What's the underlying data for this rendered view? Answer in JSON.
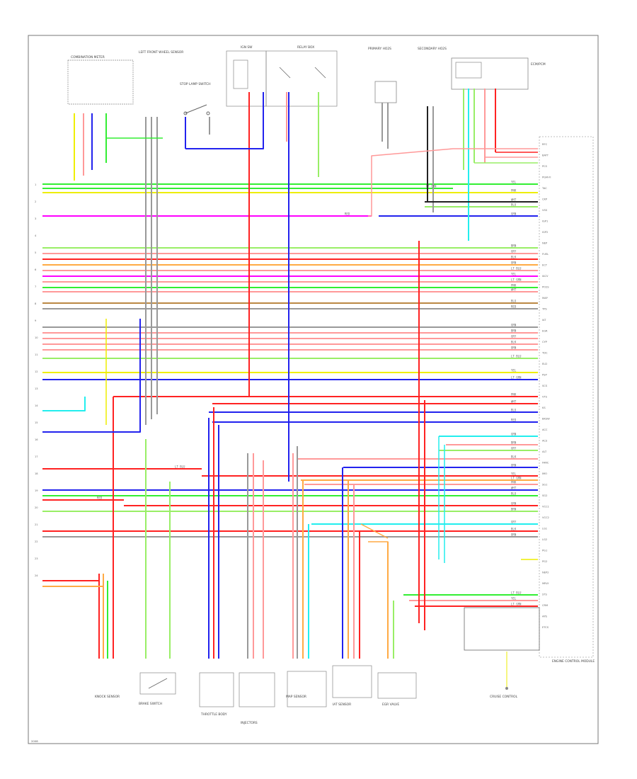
{
  "colors": {
    "green": "#33ee33",
    "yellow": "#eeee00",
    "magenta": "#ff00ff",
    "blue": "#2222ee",
    "red": "#ff2222",
    "pink": "#ff9999",
    "orange": "#ffaa44",
    "cyan": "#22eeee",
    "gray": "#999999",
    "black": "#222222",
    "lightgreen": "#99ee66",
    "brown": "#bb8844",
    "frame": "#777777"
  },
  "diagram": {
    "caption": "2008",
    "ecm_title": "ENGINE CONTROL MODULE",
    "ecm_pins_right": [
      "RFC",
      "BATT",
      "PCS",
      "PGM-FI",
      "TAC",
      "CKP",
      "VSS",
      "IGP1",
      "IGP2",
      "NEP",
      "FUEL",
      "ECT",
      "IACV",
      "PO2S",
      "MAP",
      "TPS",
      "IAT",
      "EGR",
      "CYP",
      "TDC",
      "ELD",
      "PSP",
      "SCS",
      "VTS",
      "KS",
      "BKSW",
      "ACC",
      "ACS",
      "ALT",
      "FANC",
      "IMO",
      "SG1",
      "SG2",
      "VCC1",
      "VCC2",
      "LG1",
      "LG2",
      "PG1",
      "PG2",
      "NEP2",
      "MRLY",
      "STS",
      "CRM",
      "APS",
      "ETCS"
    ],
    "ecm_pins_left": [
      "1",
      "2",
      "3",
      "4",
      "5",
      "6",
      "7",
      "8",
      "9",
      "10",
      "11",
      "12",
      "13",
      "14",
      "15",
      "16",
      "17",
      "18",
      "19",
      "20",
      "21",
      "22",
      "23",
      "24"
    ],
    "wire_codes": [
      "YEL",
      "LT GRN",
      "PNK",
      "WHT",
      "BLU",
      "RED",
      "GRN",
      "BRN",
      "GRY",
      "BLK",
      "ORN",
      "LT BLU"
    ],
    "top_components": [
      {
        "id": "c1",
        "label": "COMBINATION METER"
      },
      {
        "id": "c2",
        "label": "LEFT FRONT WHEEL SENSOR"
      },
      {
        "id": "c3",
        "label": "STOP LAMP SWITCH"
      },
      {
        "id": "c4",
        "label": "IGN SW"
      },
      {
        "id": "c5",
        "label": "RELAY BOX"
      },
      {
        "id": "c6",
        "label": "PRIMARY HO2S"
      },
      {
        "id": "c7",
        "label": "SECONDARY HO2S"
      },
      {
        "id": "c8",
        "label": "ECM/PCM"
      }
    ],
    "bottom_components": [
      {
        "id": "b1",
        "label": "KNOCK SENSOR"
      },
      {
        "id": "b2",
        "label": "BRAKE SWITCH"
      },
      {
        "id": "b3",
        "label": "THROTTLE BODY"
      },
      {
        "id": "b4",
        "label": "INJECTORS"
      },
      {
        "id": "b5",
        "label": "MAP SENSOR"
      },
      {
        "id": "b6",
        "label": "IAT SENSOR"
      },
      {
        "id": "b7",
        "label": "EGR VALVE"
      },
      {
        "id": "b8",
        "label": "CRUISE CONTROL"
      }
    ]
  }
}
